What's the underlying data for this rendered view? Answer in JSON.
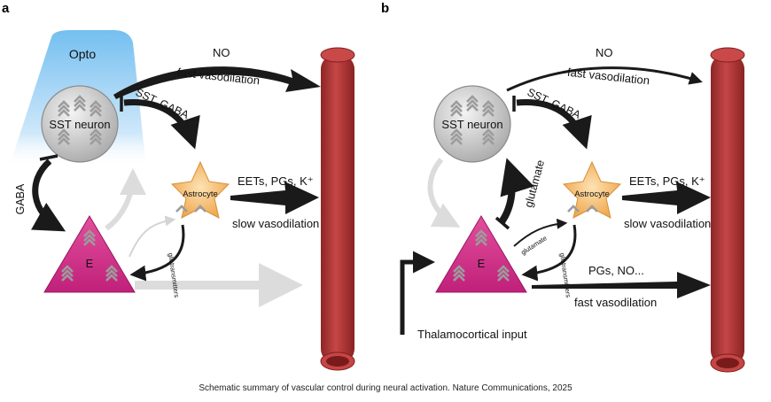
{
  "panel_a": {
    "letter": "a",
    "opto_label": "Opto",
    "sst_label": "SST neuron",
    "astro_label": "Astrocyte",
    "e_label": "E",
    "no_label": "NO",
    "fast_label": "fast vasodilation",
    "sst_gaba_label": "SST, GABA",
    "gaba_label": "GABA",
    "eets_label": "EETs, PGs, K⁺",
    "slow_label": "slow vasodilation",
    "glio_label": "gliotransmitters"
  },
  "panel_b": {
    "letter": "b",
    "sst_label": "SST neuron",
    "astro_label": "Astrocyte",
    "e_label": "E",
    "no_label": "NO",
    "fast_label": "fast vasodilation",
    "sst_gaba_label": "SST, GABA",
    "glutamate_label": "glutamate",
    "glutamate_small_label": "glutamate",
    "eets_label": "EETs, PGs, K⁺",
    "slow_label": "slow vasodilation",
    "glio_label": "gliotransmitters",
    "pgs_no_label": "PGs, NO...",
    "fast2_label": "fast vasodilation",
    "thalamo_label": "Thalamocortical input"
  },
  "caption": "Schematic summary of vascular control during neural activation. Nature Communications, 2025",
  "colors": {
    "vessel": "#b83a3a",
    "vessel_dark": "#7f1f1f",
    "opto_blue": "#7ec3f0",
    "e_pink": "#d6338a",
    "astro_orange": "#f3b35c",
    "sst_grey": "#bdbdbd",
    "arrow_black": "#1a1a1a",
    "arrow_grey": "#dcdcdc"
  }
}
